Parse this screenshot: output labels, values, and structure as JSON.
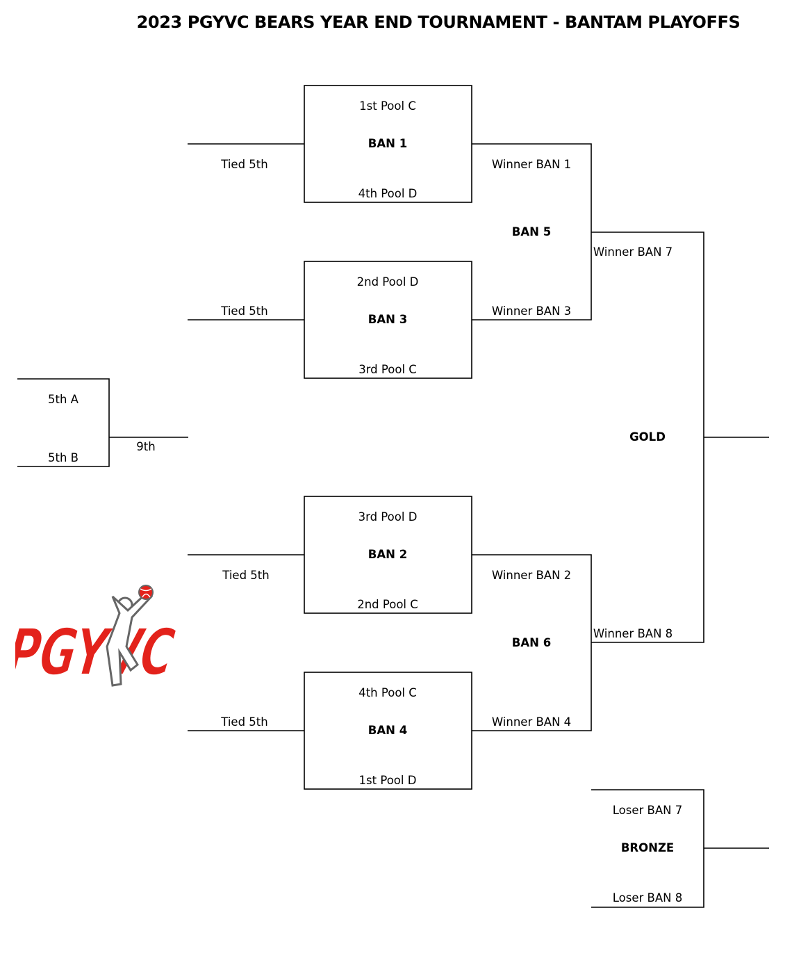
{
  "title": "2023 PGYVC BEARS YEAR END TOURNAMENT - BANTAM PLAYOFFS",
  "logo_text": "PGYVC",
  "colors": {
    "line": "#000000",
    "logo_red": "#e3221b",
    "logo_grey": "#666666"
  },
  "prelim": {
    "top": "5th A",
    "bottom": "5th B",
    "result": "9th"
  },
  "games": {
    "ban1": {
      "name": "BAN 1",
      "top": "1st Pool C",
      "bottom": "4th Pool D",
      "side": "Tied 5th"
    },
    "ban3": {
      "name": "BAN 3",
      "top": "2nd Pool D",
      "bottom": "3rd Pool C",
      "side": "Tied 5th"
    },
    "ban2": {
      "name": "BAN 2",
      "top": "3rd Pool D",
      "bottom": "2nd Pool C",
      "side": "Tied 5th"
    },
    "ban4": {
      "name": "BAN 4",
      "top": "4th Pool C",
      "bottom": "1st Pool D",
      "side": "Tied 5th"
    }
  },
  "semis": {
    "ban5": {
      "name": "BAN 5",
      "top": "Winner BAN 1",
      "bottom": "Winner BAN 3"
    },
    "ban6": {
      "name": "BAN 6",
      "top": "Winner BAN 2",
      "bottom": "Winner BAN 4"
    }
  },
  "final": {
    "name": "GOLD",
    "top": "Winner BAN 7",
    "bottom": "Winner BAN 8"
  },
  "bronze": {
    "name": "BRONZE",
    "top": "Loser BAN 7",
    "bottom": "Loser BAN 8"
  }
}
